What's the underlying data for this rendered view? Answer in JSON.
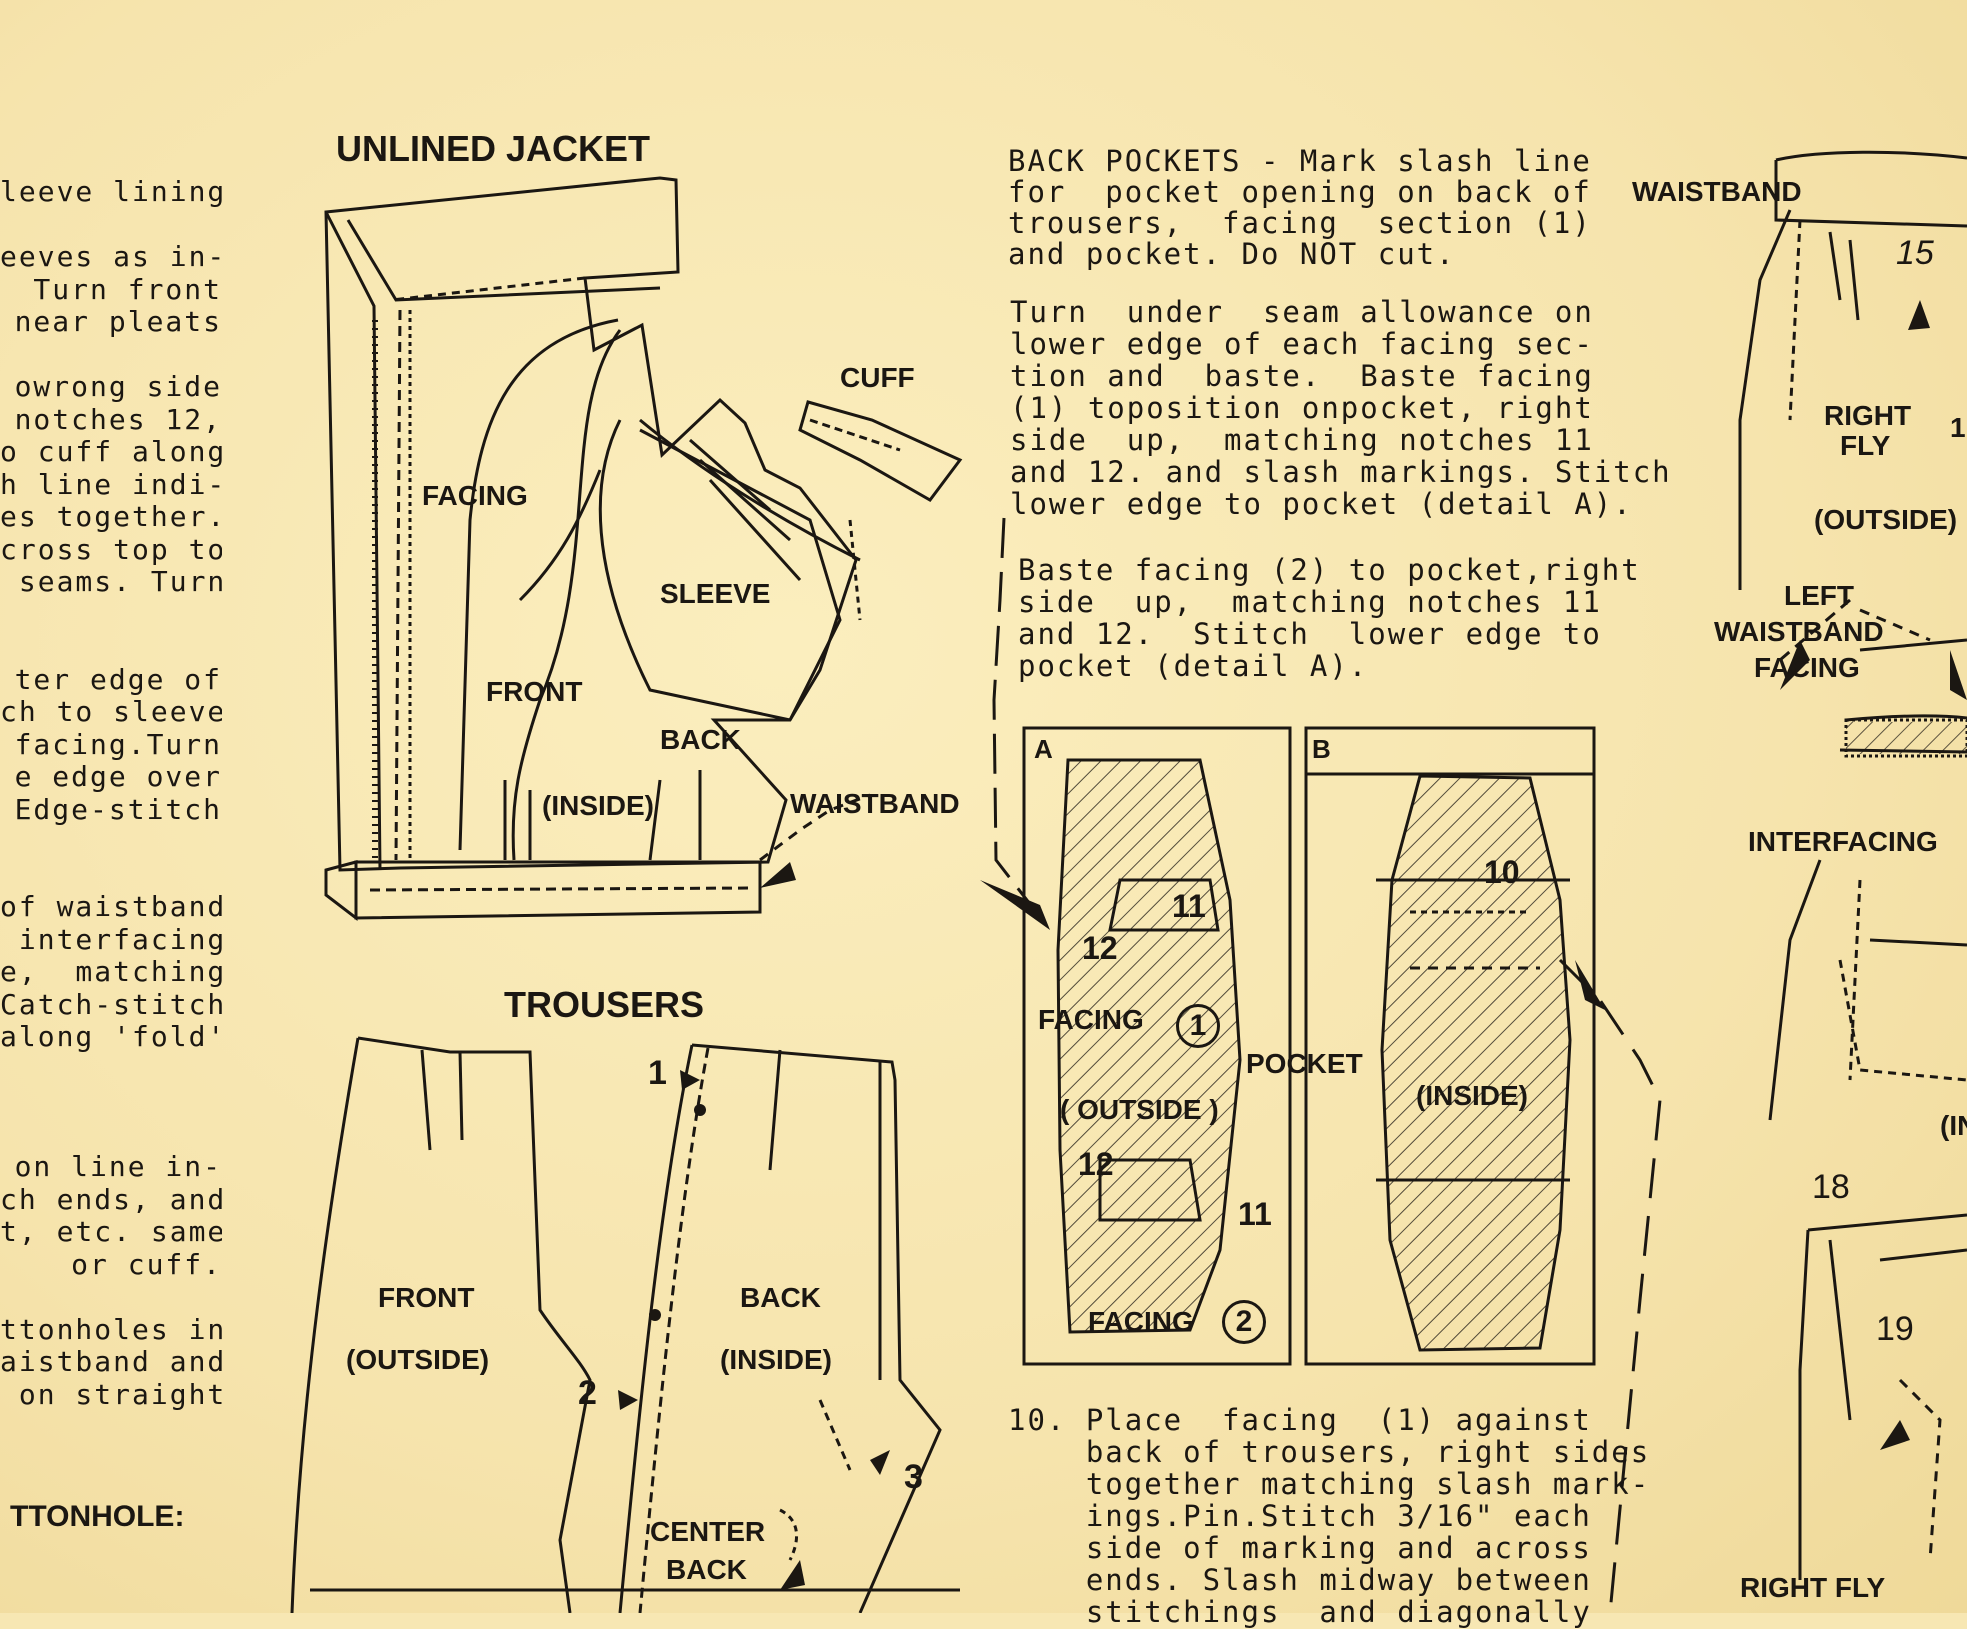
{
  "left_column": {
    "lines": [
      "leeve lining",
      "",
      "eeves as in-",
      " Turn front",
      "near pleats",
      "",
      "owrong side",
      "notches 12,",
      "o cuff along",
      "h line indi-",
      "es together.",
      "cross top to",
      " seams. Turn",
      "",
      "",
      "ter edge of",
      "ch to sleeve,",
      "facing.Turn",
      "e edge over",
      "Edge-stitch",
      "",
      "",
      "of waistband",
      " interfacing",
      "e,  matching",
      "Catch-stitch",
      "along 'fold'",
      "",
      "",
      "",
      "on line in-",
      "ch ends, and",
      "t, etc. same",
      "or cuff.",
      "",
      "ttonholes in",
      "aistband and",
      " on straight"
    ],
    "heading": "TTONHOLE:"
  },
  "jacket": {
    "title": "UNLINED JACKET",
    "labels": {
      "cuff": "CUFF",
      "facing": "FACING",
      "sleeve": "SLEEVE",
      "front": "FRONT",
      "back": "BACK",
      "inside": "(INSIDE)",
      "waistband": "WAISTBAND"
    }
  },
  "trousers": {
    "title": "TROUSERS",
    "labels": {
      "front": "FRONT",
      "outside": "(OUTSIDE)",
      "back": "BACK",
      "inside": "(INSIDE)",
      "center_back": "CENTER",
      "center_back2": "BACK",
      "n1": "1",
      "n2": "2",
      "n3": "3"
    }
  },
  "instructions": {
    "p1": "BACK POCKETS - Mark slash line\nfor  pocket opening on back of\ntrousers,  facing  section (1)\nand pocket. Do NOT cut.",
    "p2": "Turn  under  seam allowance on\nlower edge of each facing sec-\ntion and  baste.  Baste facing\n(1) toposition onpocket, right\nside  up,  matching notches 11\nand 12. and slash markings. Stitch\nlower edge to pocket (detail A).",
    "p3": "Baste facing (2) to pocket,right\nside  up,  matching notches 11\nand 12.  Stitch  lower edge to\npocket (detail A).",
    "p4": "10. Place  facing  (1) against\n    back of trousers, right sides\n    together matching slash mark-\n    ings.Pin.Stitch 3/16\" each\n    side of marking and across\n    ends. Slash midway between\n    stitchings  and diagonally"
  },
  "detail_a": {
    "letter": "A",
    "facing1": "FACING",
    "outside": "( OUTSIDE )",
    "facing2": "FACING",
    "c1": "1",
    "c2": "2",
    "n11a": "11",
    "n12a": "12",
    "n12b": "12",
    "n11b": "11"
  },
  "pocket_label": "POCKET",
  "detail_b": {
    "letter": "B",
    "inside": "(INSIDE)",
    "n10": "10"
  },
  "right_panel": {
    "waistband": "WAISTBAND",
    "n15": "15",
    "right_fly": "RIGHT",
    "fly": "FLY",
    "outside": "(OUTSIDE)",
    "left": "LEFT",
    "waistband2": "WAISTBAND",
    "facing": "FACING",
    "interfacing": "INTERFACING",
    "n18": "18",
    "n19": "19",
    "right_fly_bottom": "RIGHT FLY",
    "partial_in": "(IN",
    "partial_1": "1"
  }
}
